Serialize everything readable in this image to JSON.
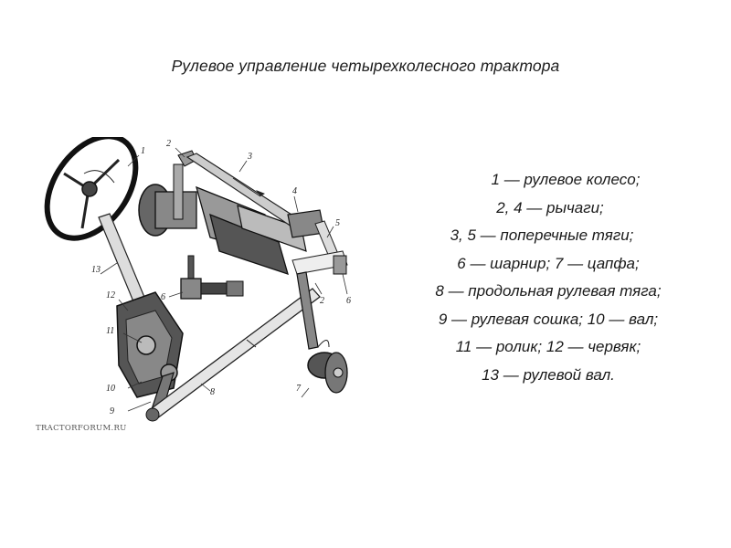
{
  "slide": {
    "title": "Рулевое управление четырехколесного трактора",
    "legend": [
      "1 — рулевое колесо;",
      "2, 4 — рычаги;",
      "3, 5 — поперечные тяги;",
      "6 — шарнир; 7 — цапфа;",
      "8 — продольная рулевая тяга;",
      "9 — рулевая сошка; 10 — вал;",
      "11 — ролик; 12 — червяк;",
      "13 — рулевой вал."
    ],
    "watermark": "TRACTORFORUM.RU"
  },
  "diagram": {
    "description": "Technical illustration of four-wheel tractor steering system",
    "callouts": {
      "c1": "1",
      "c2": "2",
      "c3": "3",
      "c4": "4",
      "c5": "5",
      "c6a": "6",
      "c2b": "2",
      "c6b": "6",
      "c7": "7",
      "c8": "8",
      "c9": "9",
      "c10": "10",
      "c11": "11",
      "c12": "12",
      "c13": "13"
    }
  }
}
